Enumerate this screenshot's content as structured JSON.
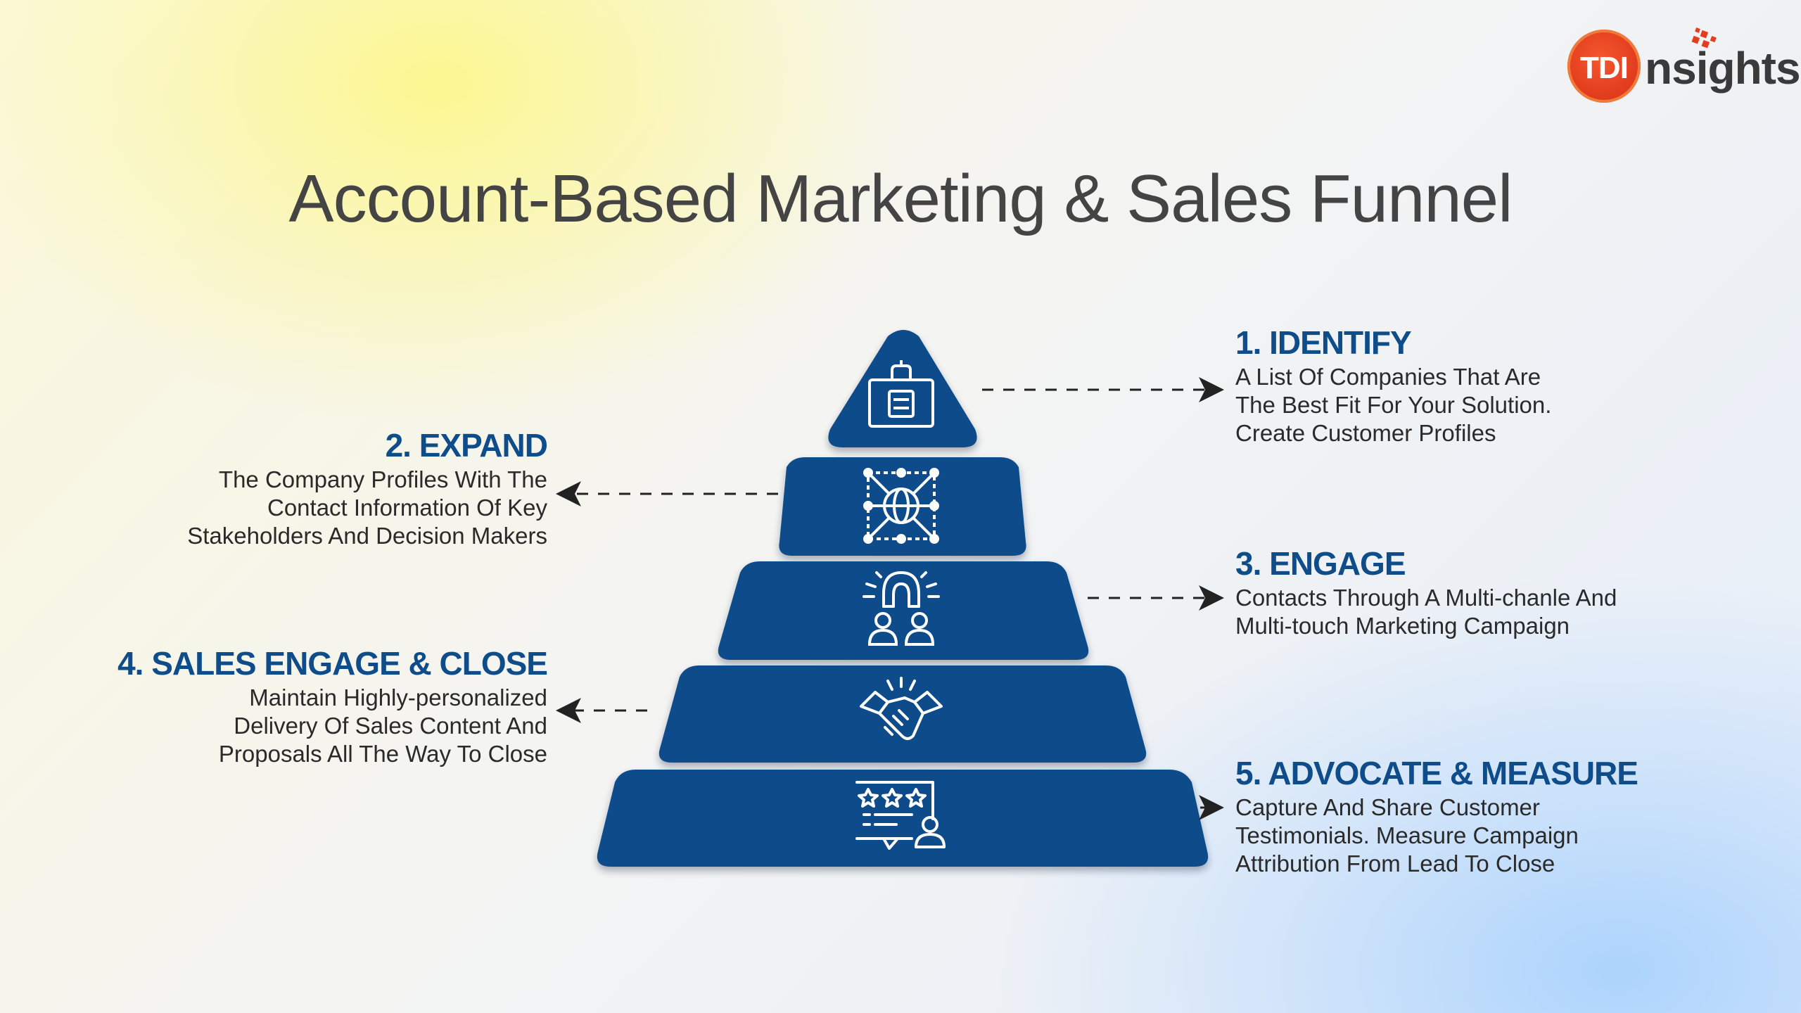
{
  "logo": {
    "badge": "TDI",
    "wordmark": "nsights"
  },
  "title": "Account-Based Marketing & Sales Funnel",
  "colors": {
    "tier": "#0f4c8a",
    "heading": "#0f4c8a",
    "logo": "#e63b1e"
  },
  "steps": [
    {
      "heading": "1. IDENTIFY",
      "lines": [
        "A List Of Companies That Are",
        "The Best Fit For Your Solution.",
        "Create Customer Profiles"
      ],
      "icon": "briefcase-icon"
    },
    {
      "heading": "2. EXPAND",
      "lines": [
        "The Company Profiles With The",
        "Contact Information Of Key",
        "Stakeholders And Decision Makers"
      ],
      "icon": "network-globe-icon"
    },
    {
      "heading": "3. ENGAGE",
      "lines": [
        "Contacts Through A Multi-chanle And",
        "Multi-touch Marketing Campaign"
      ],
      "icon": "magnet-people-icon"
    },
    {
      "heading": "4. SALES ENGAGE & CLOSE",
      "lines": [
        "Maintain Highly-personalized",
        "Delivery Of Sales Content And",
        "Proposals All The Way To Close"
      ],
      "icon": "handshake-icon"
    },
    {
      "heading": "5. ADVOCATE & MEASURE",
      "lines": [
        "Capture And Share Customer",
        "Testimonials. Measure Campaign",
        "Attribution From Lead To Close"
      ],
      "icon": "testimonial-icon"
    }
  ]
}
